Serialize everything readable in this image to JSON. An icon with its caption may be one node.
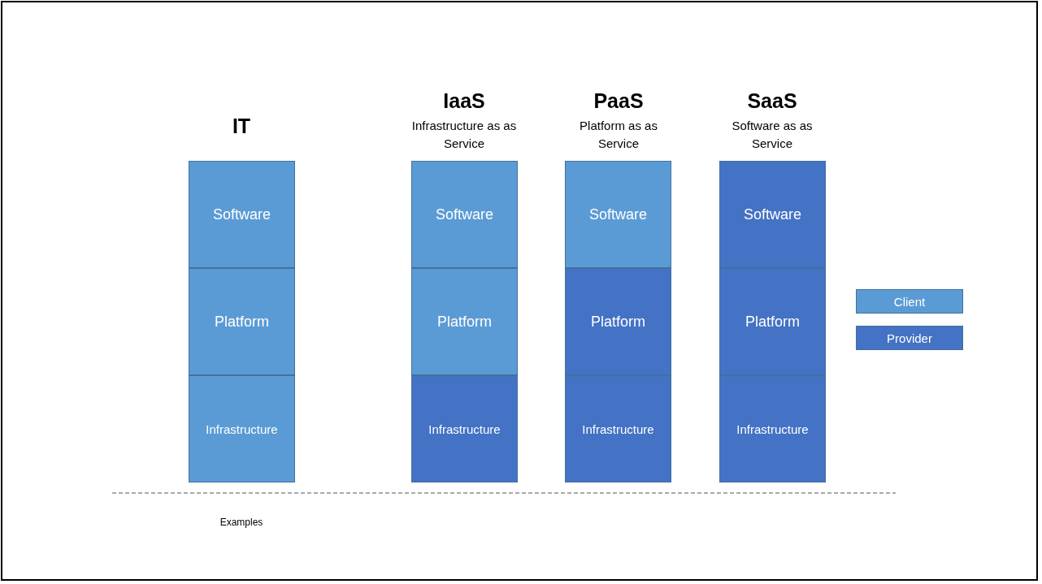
{
  "diagram": {
    "nodes": [
      {
        "text": [
          "Software"
        ]
      },
      {
        "text": [
          "Platform"
        ]
      },
      {
        "text": [
          "Infrastructure"
        ]
      },
      {
        "text": [
          "Software"
        ]
      },
      {
        "text": [
          "Platform"
        ]
      },
      {
        "text": [
          "Infrastructure"
        ]
      },
      {
        "text": [
          "Software"
        ]
      },
      {
        "text": [
          "Platform"
        ]
      },
      {
        "text": [
          "Infrastructure"
        ]
      },
      {
        "text": [
          "Software"
        ]
      },
      {
        "text": [
          "Platform"
        ]
      },
      {
        "text": [
          "Infrastructure"
        ]
      }
    ],
    "labels": [
      "IT",
      "IaaS",
      "Infrastructure as as Service",
      "PaaS",
      "Platform as as Service",
      "SaaS",
      "Software as as Service",
      "Examples"
    ],
    "legend": [
      {
        "text": "Client",
        "color": "#5b9bd5"
      },
      {
        "text": "Provider",
        "color": "#4472c4"
      }
    ]
  }
}
